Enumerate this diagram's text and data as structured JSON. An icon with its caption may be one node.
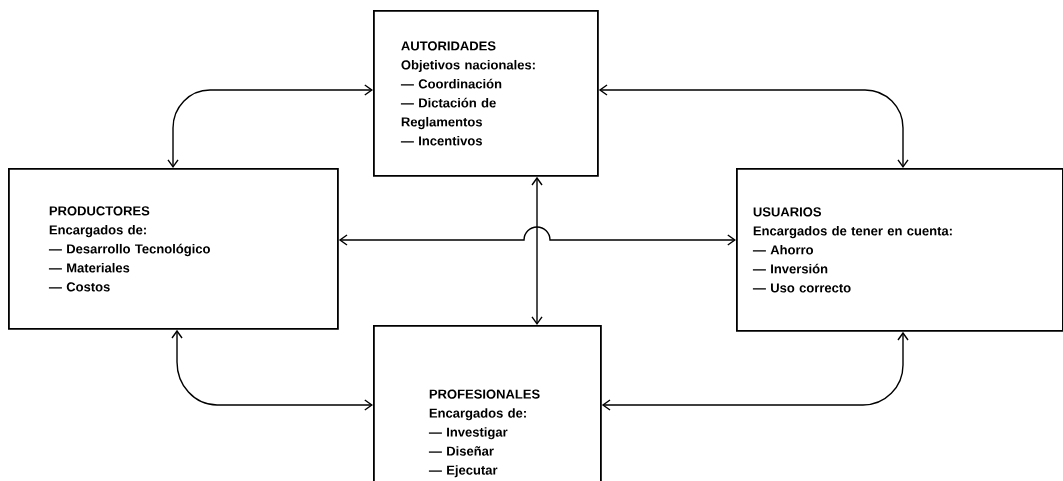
{
  "diagram": {
    "nodes": [
      {
        "text": [
          "AUTORIDADES",
          "Objetivos nacionales:",
          "— Coordinación",
          "— Dictación de Reglamentos",
          "— Incentivos"
        ]
      },
      {
        "text": [
          "PRODUCTORES",
          "Encargados de:",
          "— Desarrollo Tecnológico",
          "— Materiales",
          "— Costos"
        ]
      },
      {
        "text": [
          "USUARIOS",
          "Encargados de tener en cuenta:",
          "— Ahorro",
          "— Inversión",
          "— Uso correcto"
        ]
      },
      {
        "text": [
          "PROFESIONALES",
          "Encargados de:",
          "— Investigar",
          "— Diseñar",
          "— Ejecutar"
        ]
      }
    ],
    "edges": [
      {
        "from": 0,
        "to": 1,
        "arrow": "both"
      },
      {
        "from": 0,
        "to": 2,
        "arrow": "both"
      },
      {
        "from": 1,
        "to": 3,
        "arrow": "both"
      },
      {
        "from": 2,
        "to": 3,
        "arrow": "both"
      },
      {
        "from": 0,
        "to": 3,
        "arrow": "both"
      },
      {
        "from": 1,
        "to": 2,
        "arrow": "both"
      }
    ]
  }
}
